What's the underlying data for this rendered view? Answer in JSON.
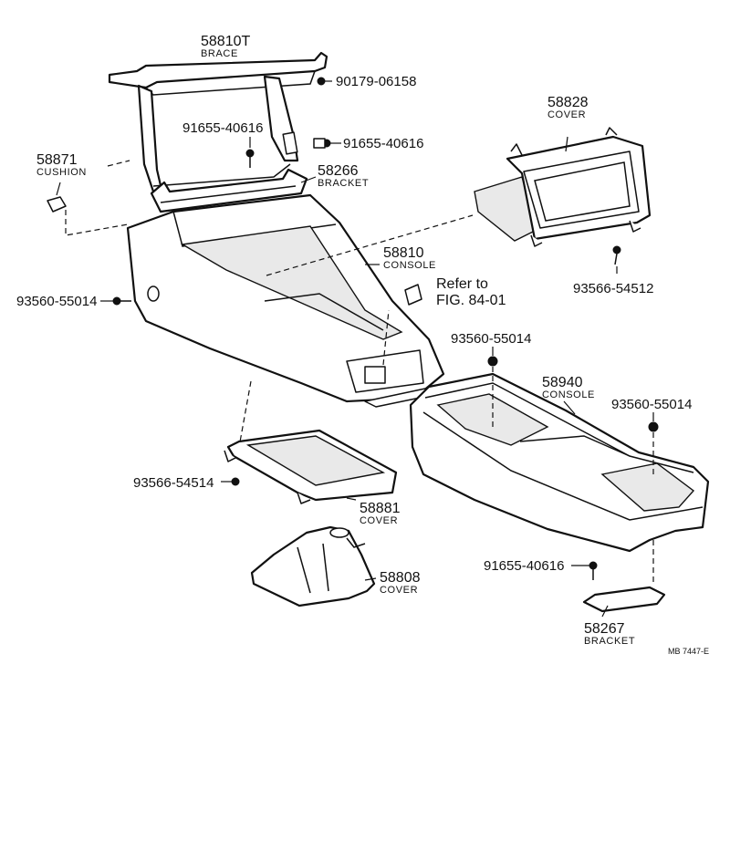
{
  "parts": [
    {
      "number": "58810T",
      "name": "BRACE"
    },
    {
      "number": "90179-06158",
      "name": ""
    },
    {
      "number": "91655-40616",
      "name": ""
    },
    {
      "number": "91655-40616",
      "name": ""
    },
    {
      "number": "58871",
      "name": "CUSHION"
    },
    {
      "number": "58266",
      "name": "BRACKET"
    },
    {
      "number": "58828",
      "name": "COVER"
    },
    {
      "number": "58810",
      "name": "CONSOLE"
    },
    {
      "number": "93560-55014",
      "name": ""
    },
    {
      "number": "93566-54512",
      "name": ""
    },
    {
      "number": "93560-55014",
      "name": ""
    },
    {
      "number": "58940",
      "name": "CONSOLE"
    },
    {
      "number": "93560-55014",
      "name": ""
    },
    {
      "number": "93566-54514",
      "name": ""
    },
    {
      "number": "58881",
      "name": "COVER"
    },
    {
      "number": "58808",
      "name": "COVER"
    },
    {
      "number": "91655-40616",
      "name": ""
    },
    {
      "number": "58267",
      "name": "BRACKET"
    }
  ],
  "reference": {
    "line1": "Refer to",
    "line2": "FIG. 84-01"
  },
  "drawing_code": "MB  7447-E"
}
